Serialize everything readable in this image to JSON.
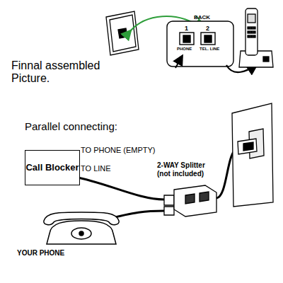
{
  "diagram": {
    "nodes": [
      {
        "text": [
          "Call Blocker"
        ]
      }
    ],
    "edges": [],
    "labels": [
      "Finnal assembled Picture.",
      "BACK",
      "1",
      "2",
      "PHONE",
      "TEL. LINE",
      "Parallel connecting:",
      "TO PHONE (EMPTY)",
      "TO LINE",
      "2-WAY Splitter (not included)",
      "YOUR PHONE"
    ]
  }
}
